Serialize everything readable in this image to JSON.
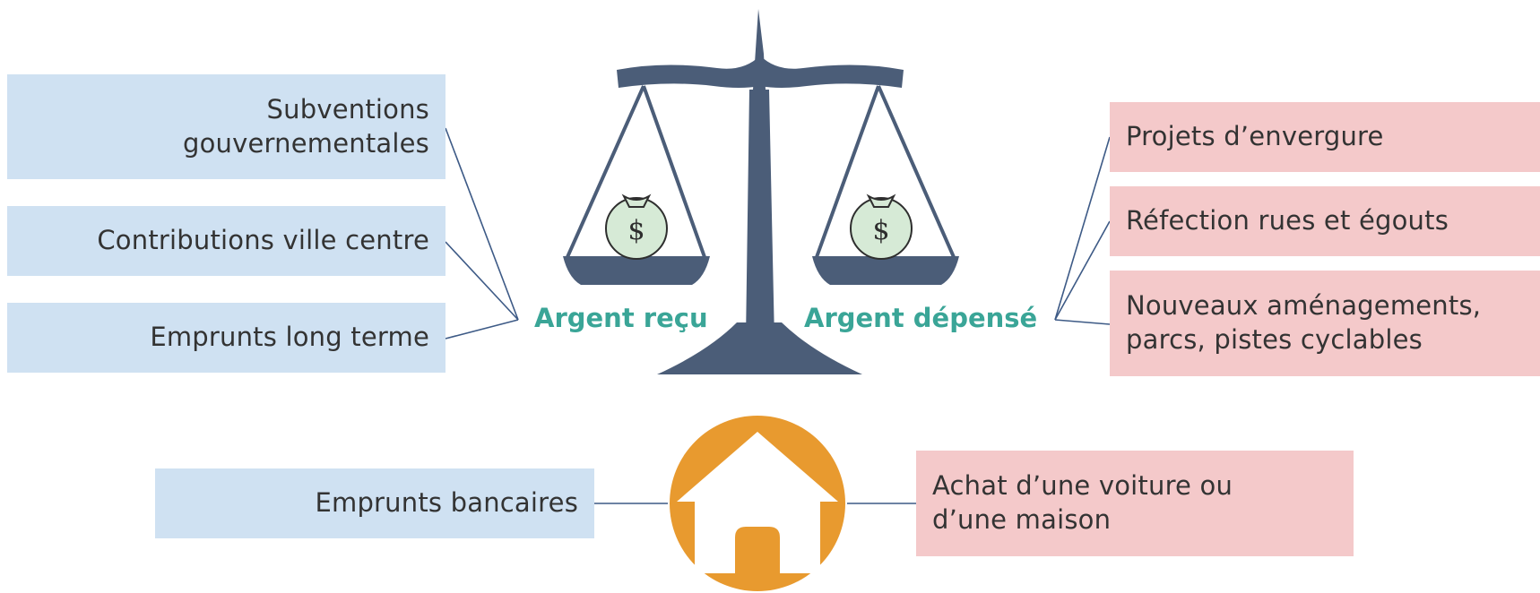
{
  "income_items": [
    {
      "line1": "Subventions",
      "line2": "gouvernementales"
    },
    {
      "line1": "Contributions ville centre",
      "line2": ""
    },
    {
      "line1": "Emprunts long terme",
      "line2": ""
    }
  ],
  "expense_items": [
    {
      "line1": "Projets d’envergure",
      "line2": ""
    },
    {
      "line1": "Réfection rues et égouts",
      "line2": ""
    },
    {
      "line1": "Nouveaux aménagements,",
      "line2": "parcs, pistes cyclables"
    }
  ],
  "scale": {
    "left_label": "Argent reçu",
    "right_label": "Argent dépensé",
    "bag_symbol": "$"
  },
  "house_row": {
    "left_text": "Emprunts bancaires",
    "right_line1": "Achat d’une voiture ou",
    "right_line2": "d’une maison"
  },
  "colors": {
    "income_box": "#cfe1f2",
    "expense_box": "#f4c9ca",
    "scale": "#4b5d78",
    "label_green": "#3aa597",
    "house_circle": "#e89a2f",
    "connector": "#3d5a86"
  },
  "icons": [
    "balance-scale-icon",
    "money-bag-icon",
    "house-icon"
  ]
}
